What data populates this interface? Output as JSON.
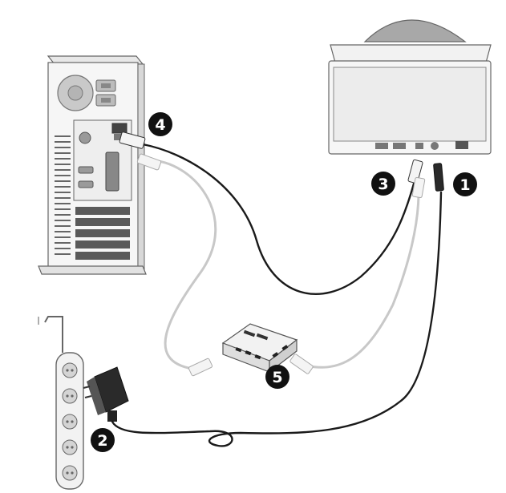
{
  "callouts": [
    {
      "id": "1",
      "label": "1"
    },
    {
      "id": "2",
      "label": "2"
    },
    {
      "id": "3",
      "label": "3"
    },
    {
      "id": "4",
      "label": "4"
    },
    {
      "id": "5",
      "label": "5"
    }
  ],
  "colors": {
    "outline": "#555555",
    "body_light": "#f4f4f4",
    "body_mid": "#dcdcdc",
    "dark_cable": "#1a1a1a",
    "light_cable": "#c8c8c8",
    "badge": "#111111",
    "badge_text": "#ffffff"
  }
}
